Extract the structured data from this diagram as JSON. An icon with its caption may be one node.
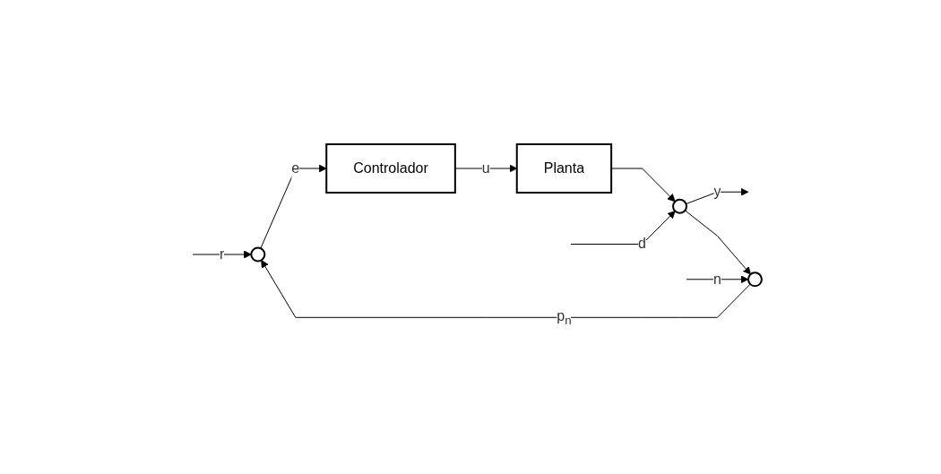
{
  "diagram": {
    "nodes": [
      {
        "text": [],
        "shape": "circle"
      },
      {
        "text": [
          "Controlador"
        ]
      },
      {
        "text": [
          "Planta"
        ]
      },
      {
        "text": [],
        "shape": "circle"
      },
      {
        "text": [],
        "shape": "circle"
      }
    ],
    "edges": [
      {
        "from": null,
        "to": 0,
        "arrow": "to",
        "label": "r"
      },
      {
        "from": 0,
        "to": 1,
        "arrow": "to",
        "label": "e"
      },
      {
        "from": 1,
        "to": 2,
        "arrow": "to",
        "label": "u"
      },
      {
        "from": 2,
        "to": 3,
        "arrow": "to"
      },
      {
        "from": null,
        "to": 3,
        "arrow": "to",
        "label": "d"
      },
      {
        "from": 3,
        "to": null,
        "arrow": "to",
        "label": "y"
      },
      {
        "from": 3,
        "to": 4,
        "arrow": "to"
      },
      {
        "from": 4,
        "to": 0,
        "arrow": "to",
        "label": "p$_{n}$"
      },
      {
        "from": null,
        "to": 4,
        "arrow": "to",
        "label": "n"
      }
    ]
  }
}
